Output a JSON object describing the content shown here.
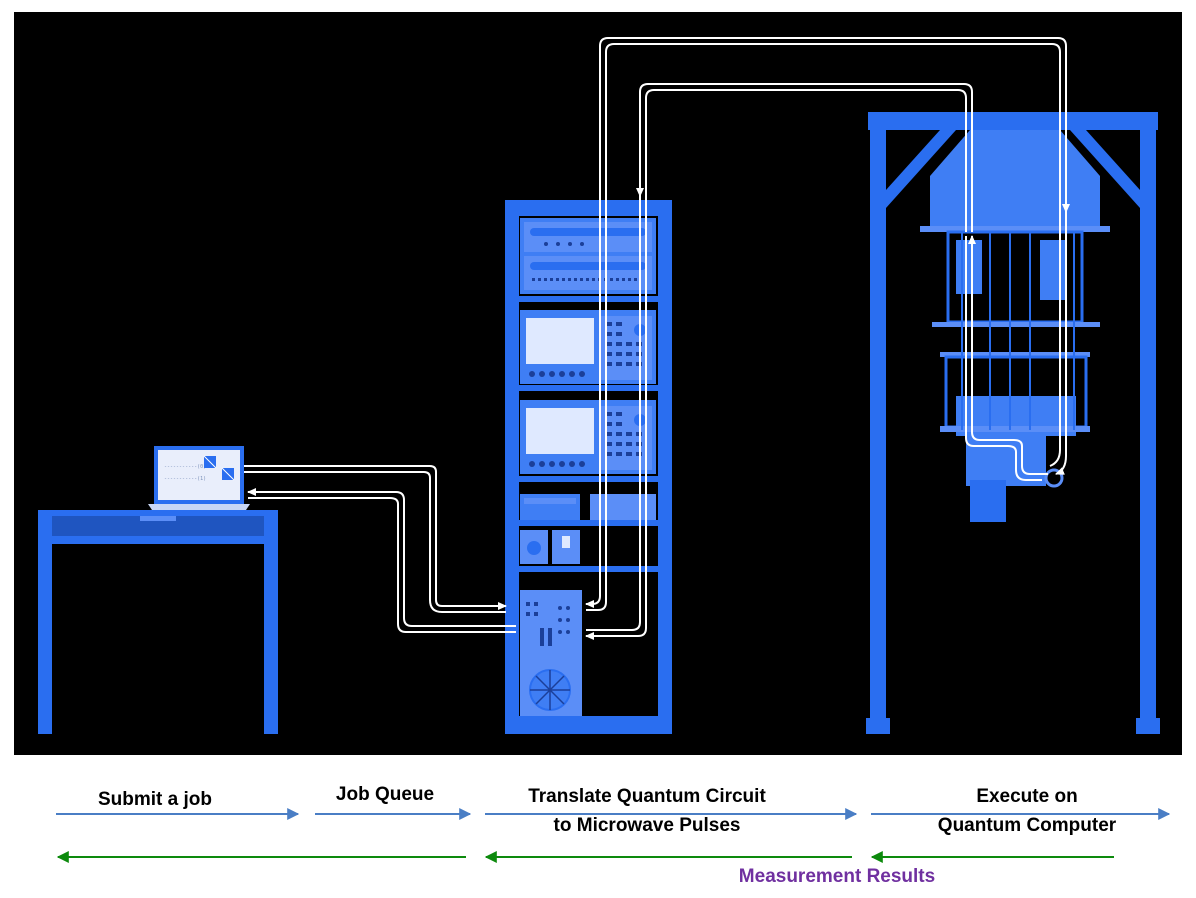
{
  "stages": {
    "submit": "Submit a job",
    "queue": "Job Queue",
    "translate_line1": "Translate Quantum Circuit",
    "translate_line2": "to Microwave Pulses",
    "execute_line1": "Execute on",
    "execute_line2": "Quantum Computer"
  },
  "results": {
    "label": "Measurement Results"
  },
  "laptop_screen": {
    "line1": "-----------(0)",
    "line2": "-----------(1)"
  },
  "colors": {
    "background": "#000000",
    "equipment_blue": "#2a6ef0",
    "panel_light": "#5b8ef7",
    "forward_arrow": "#4a7ec5",
    "return_arrow": "#0d8a0d",
    "results_text": "#7030a0",
    "cable": "#ffffff"
  },
  "icons": {
    "laptop": "laptop-icon",
    "rack": "server-rack-icon",
    "cryostat": "dilution-refrigerator-icon"
  }
}
